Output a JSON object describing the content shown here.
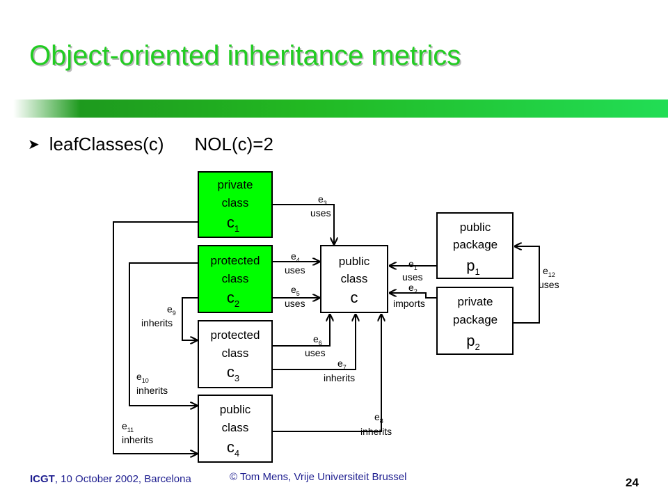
{
  "slide": {
    "title": "Object-oriented inheritance metrics",
    "bullet": {
      "function_text": "leafClasses(c)",
      "metric_text": "NOL(c)=2"
    },
    "page_number": "24"
  },
  "footer": {
    "event": "ICGT",
    "event_rest": ", 10 October 2002, Barcelona",
    "copyright": "© Tom Mens, Vrije Universiteit Brussel"
  },
  "diagram": {
    "colors": {
      "highlight": "#00ff00",
      "box": "#ffffff",
      "line": "#000000"
    },
    "nodes": {
      "c1": {
        "l1": "private",
        "l2": "class",
        "name": "c",
        "sub": "1"
      },
      "c2": {
        "l1": "protected",
        "l2": "class",
        "name": "c",
        "sub": "2"
      },
      "c3": {
        "l1": "protected",
        "l2": "class",
        "name": "c",
        "sub": "3"
      },
      "c4": {
        "l1": "public",
        "l2": "class",
        "name": "c",
        "sub": "4"
      },
      "c": {
        "l1": "public",
        "l2": "class",
        "name": "c"
      },
      "p1": {
        "l1": "public",
        "l2": "package",
        "name": "p",
        "sub": "1"
      },
      "p2": {
        "l1": "private",
        "l2": "package",
        "name": "p",
        "sub": "2"
      }
    },
    "edges": {
      "e1": {
        "id": "e",
        "sub": "1",
        "kind": "uses"
      },
      "e2": {
        "id": "e",
        "sub": "2",
        "kind": "imports"
      },
      "e3": {
        "id": "e",
        "sub": "3",
        "kind": "uses"
      },
      "e4": {
        "id": "e",
        "sub": "4",
        "kind": "uses"
      },
      "e5": {
        "id": "e",
        "sub": "5",
        "kind": "uses"
      },
      "e6": {
        "id": "e",
        "sub": "6",
        "kind": "uses"
      },
      "e7": {
        "id": "e",
        "sub": "7",
        "kind": "inherits"
      },
      "e8": {
        "id": "e",
        "sub": "8",
        "kind": "inherits"
      },
      "e9": {
        "id": "e",
        "sub": "9",
        "kind": "inherits"
      },
      "e10": {
        "id": "e",
        "sub": "10",
        "kind": "inherits"
      },
      "e11": {
        "id": "e",
        "sub": "11",
        "kind": "inherits"
      },
      "e12": {
        "id": "e",
        "sub": "12",
        "kind": "uses"
      }
    }
  }
}
